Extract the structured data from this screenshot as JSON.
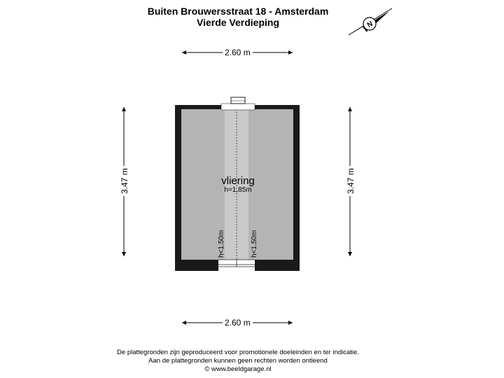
{
  "header": {
    "address": "Buiten Brouwersstraat 18 - Amsterdam",
    "floor": "Vierde Verdieping"
  },
  "dimensions": {
    "width_top": "2.60 m",
    "width_bottom": "2.60 m",
    "height_left": "3.47 m",
    "height_right": "3.47 m"
  },
  "room": {
    "name": "vliering",
    "height": "h=1,85m",
    "low_left": "h<1.50m",
    "low_right": "h<1.50m"
  },
  "compass": {
    "letter": "N"
  },
  "footer": {
    "line1": "De plattegronden zijn geproduceerd voor promotionele doeleinden en ter indicatie.",
    "line2": "Aan de plattegronden kunnen geen rechten worden ontleend",
    "line3": "© www.beeldgarage.nl"
  },
  "colors": {
    "wall": "#1a1a1a",
    "floor": "#b4b4b4",
    "low_zone": "#c9c9c9"
  }
}
